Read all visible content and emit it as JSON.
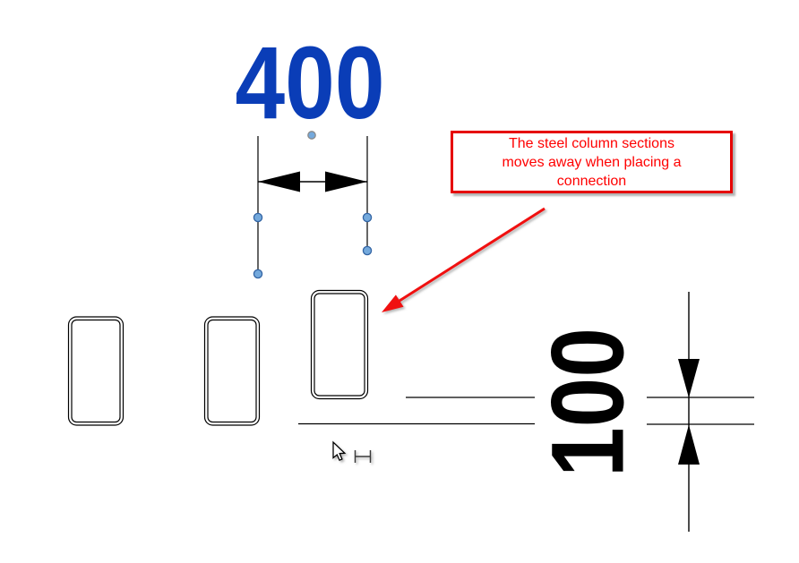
{
  "view": {
    "description": "CAD drawing view with steel column sections",
    "column_section_count": 3
  },
  "dimension_width": {
    "value": "400",
    "color": "#0A3DB7",
    "state": "selected"
  },
  "dimension_height": {
    "value": "100",
    "color": "#000000",
    "orientation": "vertical"
  },
  "annotation_callout": {
    "line1": "The steel column sections",
    "line2": "moves away when placing a",
    "line3": "connection",
    "text_color": "#FF0000",
    "border_color": "#E60000"
  },
  "icons": {
    "cursor": "arrow-pointer-icon",
    "cursor_badge": "dimension-tool-icon",
    "grips": "dimension-grip-dot"
  },
  "colors": {
    "dim-blue": "#0A3DB7",
    "line-color": "#000000",
    "annotation-red": "#FF0000",
    "annotation-border-red": "#E60000",
    "arrow-red": "#F01010",
    "grip-fill": "#74A9DC",
    "grip-stroke": "#3465A4"
  }
}
